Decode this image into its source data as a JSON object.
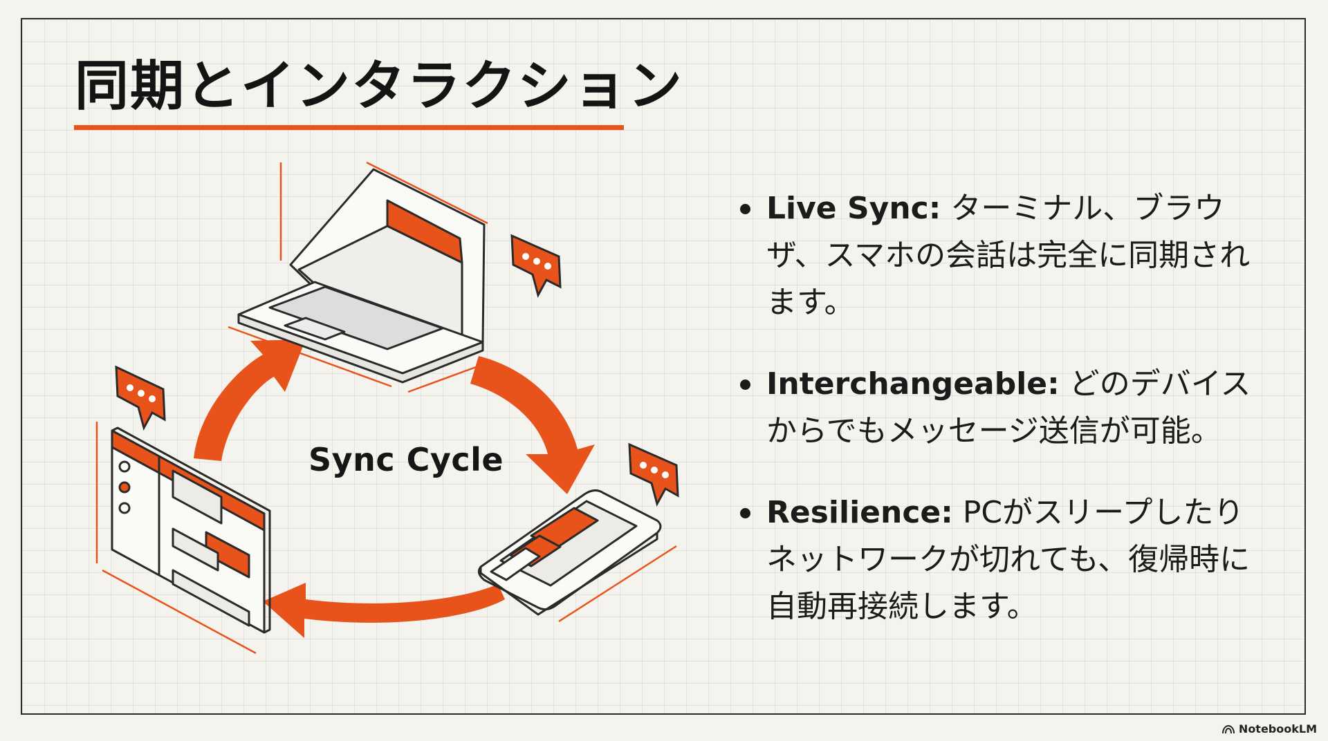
{
  "slide": {
    "title": "同期とインタラクション",
    "diagram_label": "Sync Cycle",
    "bullets": [
      {
        "term": "Live Sync:",
        "text": " ターミナル、ブラウザ、スマホの会話は完全に同期されます。"
      },
      {
        "term": "Interchangeable:",
        "text": "  どのデバイスからでもメッセージ送信が可能。"
      },
      {
        "term": "Resilience:",
        "text": " PCがスリープしたりネットワークが切れても、復帰時に自動再接続します。"
      }
    ]
  },
  "branding": {
    "label": "NotebookLM",
    "icon": "notebook-icon"
  },
  "colors": {
    "accent": "#e8531c",
    "ink": "#1b1b1b",
    "background": "#f4f3ee"
  }
}
